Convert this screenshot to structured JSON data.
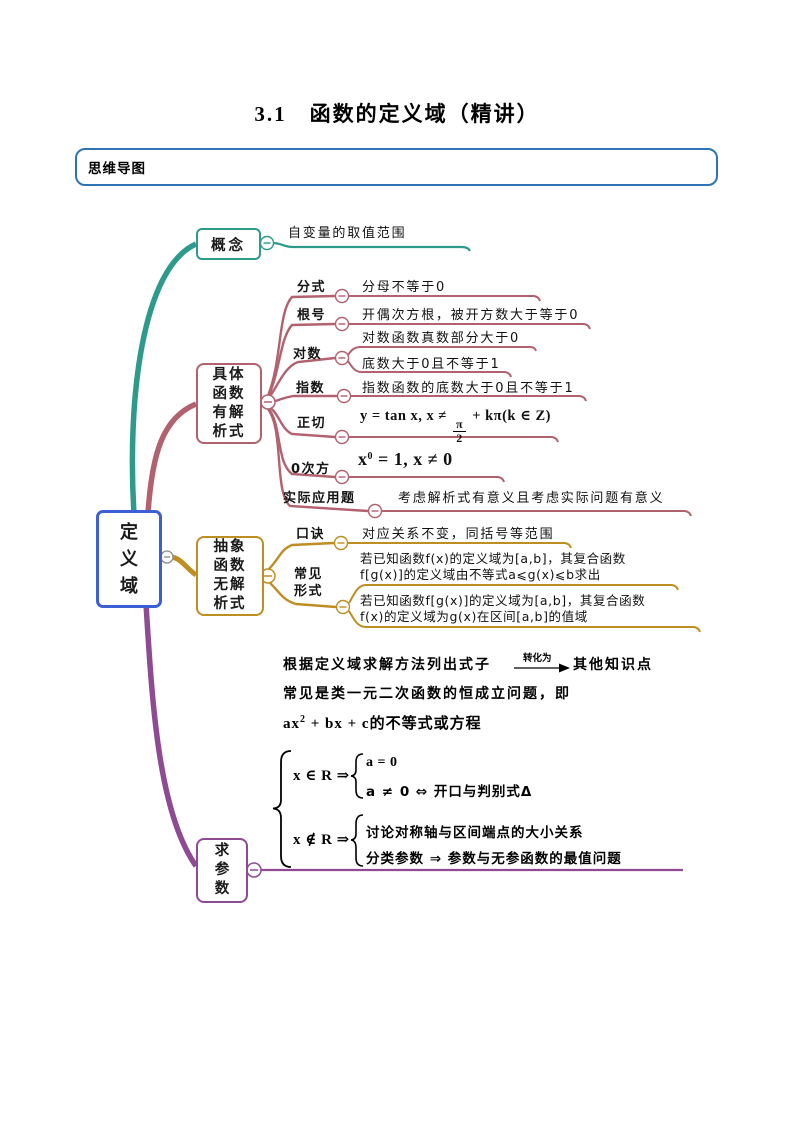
{
  "page": {
    "title": "3.1　函数的定义域（精讲）"
  },
  "section": {
    "label": "思维导图"
  },
  "colors": {
    "teal": "#2E9A8B",
    "rose": "#B2616E",
    "gold": "#BF8E23",
    "purple": "#8E4B93",
    "root_blue": "#3D5FD6",
    "frame_blue": "#2E74B5"
  },
  "mindmap": {
    "root": "定义域",
    "concept": {
      "label": "概念",
      "child": "自变量的取值范围"
    },
    "concrete": {
      "label": "具体函数有解析式",
      "fraction": {
        "label": "分式",
        "child": "分母不等于0"
      },
      "radical": {
        "label": "根号",
        "child": "开偶次方根，被开方数大于等于0"
      },
      "log": {
        "label": "对数",
        "child1": "对数函数真数部分大于0",
        "child2": "底数大于0且不等于1"
      },
      "exp": {
        "label": "指数",
        "child": "指数函数的底数大于0且不等于1"
      },
      "tan": {
        "label": "正切",
        "pre": "y = tan x, x ≠",
        "num": "π",
        "den": "2",
        "post": "+ kπ(k ∈ Z)"
      },
      "zero": {
        "label": "0次方",
        "base": "x",
        "sup": "0",
        "rest": " = 1, x ≠ 0"
      },
      "applied": {
        "label": "实际应用题",
        "child": "考虑解析式有意义且考虑实际问题有意义"
      }
    },
    "abstract": {
      "label": "抽象函数无解析式",
      "mnemonic": {
        "label": "口诀",
        "child": "对应关系不变，同括号等范围"
      },
      "common": {
        "label": "常见形式",
        "c1l1": "若已知函数f(x)的定义域为[a,b]，其复合函数",
        "c1l2": "f[g(x)]的定义域由不等式a⩽g(x)⩽b求出",
        "c2l1": "若已知函数f[g(x)]的定义域为[a,b]，其复合函数",
        "c2l2": "f(x)的定义域为g(x)在区间[a,b]的值域"
      }
    },
    "param": {
      "label": "求参数",
      "line1a": "根据定义域求解方法列出式子",
      "arrow_label": "转化为",
      "line1b": "其他知识点",
      "line2": "常见是类一元二次函数的恒成立问题，即",
      "ax2_pre": "ax",
      "ax2_sup": "2",
      "ax2_post": " + bx + c的不等式或方程",
      "caseA_head": "x ∈ R ⇒",
      "caseA_row1": "a = 0",
      "caseA_row2": "a ≠ 0 ⇔ 开口与判别式Δ",
      "caseB_head": "x ∉ R ⇒",
      "caseB_row1": "讨论对称轴与区间端点的大小关系",
      "caseB_row2": "分类参数 ⇒ 参数与无参函数的最值问题"
    }
  }
}
